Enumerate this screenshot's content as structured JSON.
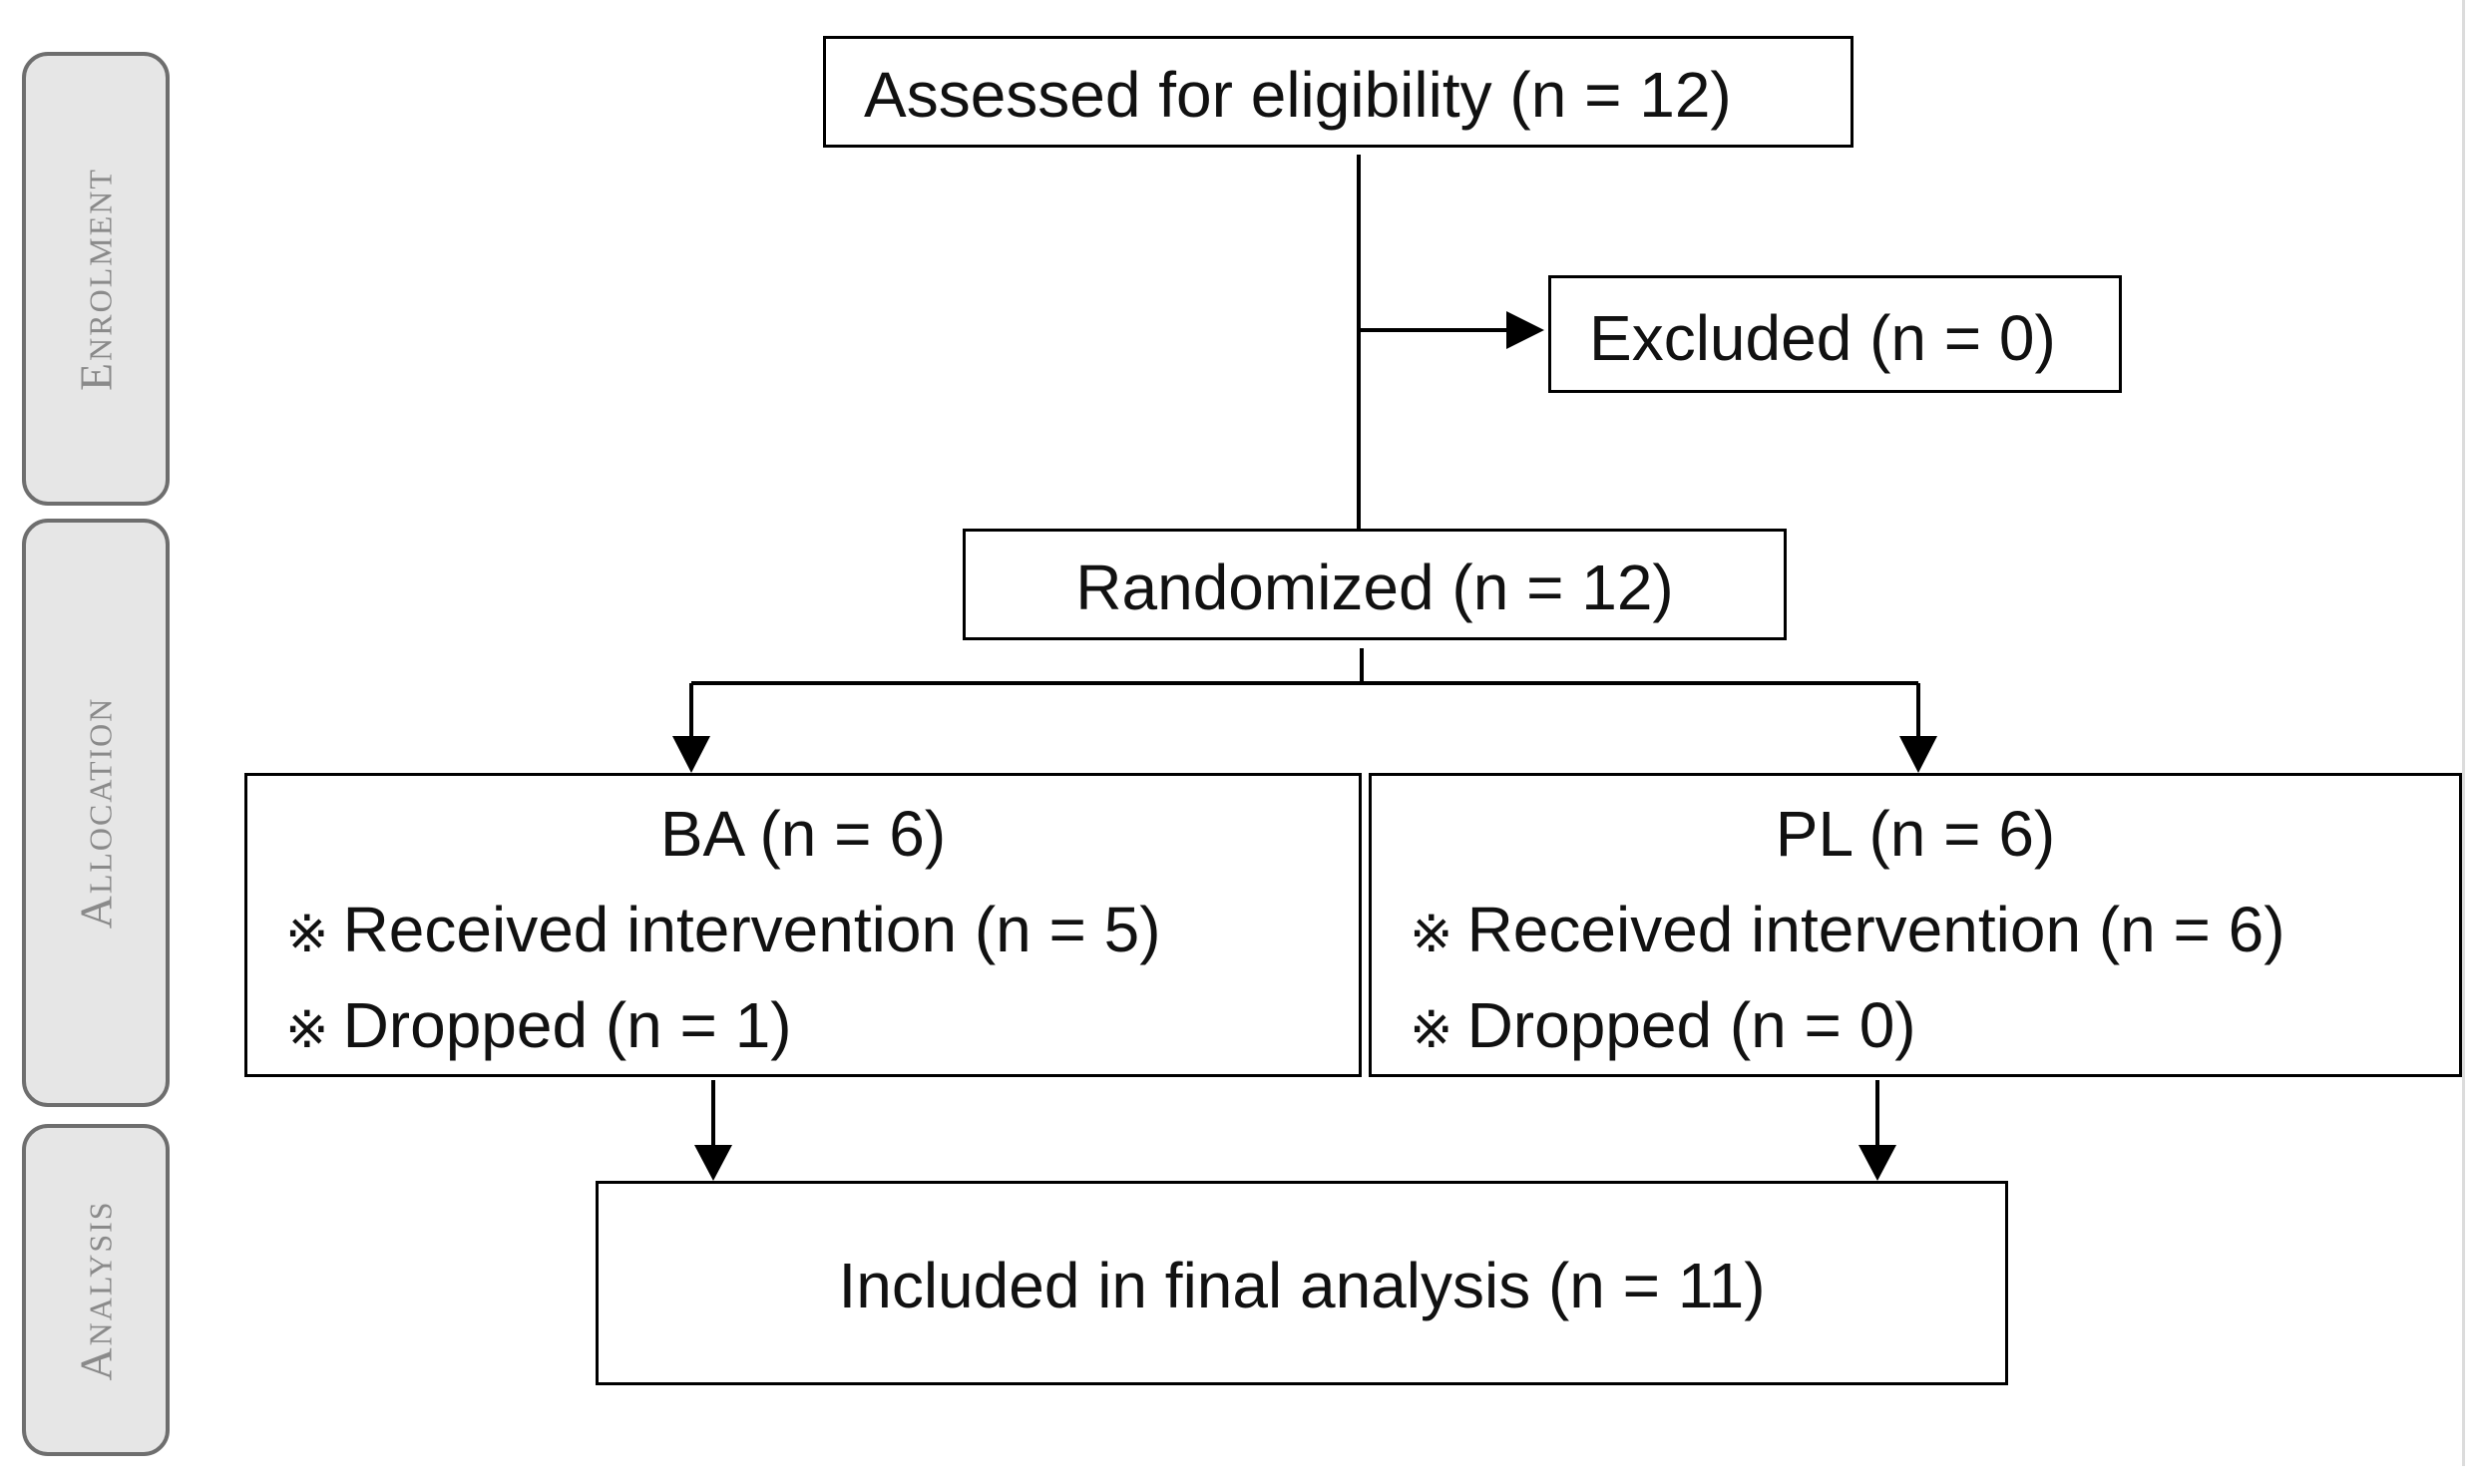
{
  "phases": {
    "enrolment": "Enrolment",
    "allocation": "Allocation",
    "analysis": "Analysis"
  },
  "boxes": {
    "assessed": "Assessed for eligibility (n = 12)",
    "excluded": "Excluded (n = 0)",
    "randomized": "Randomized (n = 12)",
    "final_analysis": "Included in final analysis (n = 11)"
  },
  "groups": [
    {
      "title": "BA (n = 6)",
      "bullet": "※",
      "received": "Received intervention (n = 5)",
      "dropped": "Dropped (n = 1)"
    },
    {
      "title": "PL (n = 6)",
      "bullet": "※",
      "received": "Received intervention (n = 6)",
      "dropped": "Dropped (n = 0)"
    }
  ],
  "colors": {
    "line": "#000000",
    "phase_fill": "#e6e6e6",
    "phase_border": "#6e6e6e",
    "phase_text": "#8a8a8a"
  }
}
